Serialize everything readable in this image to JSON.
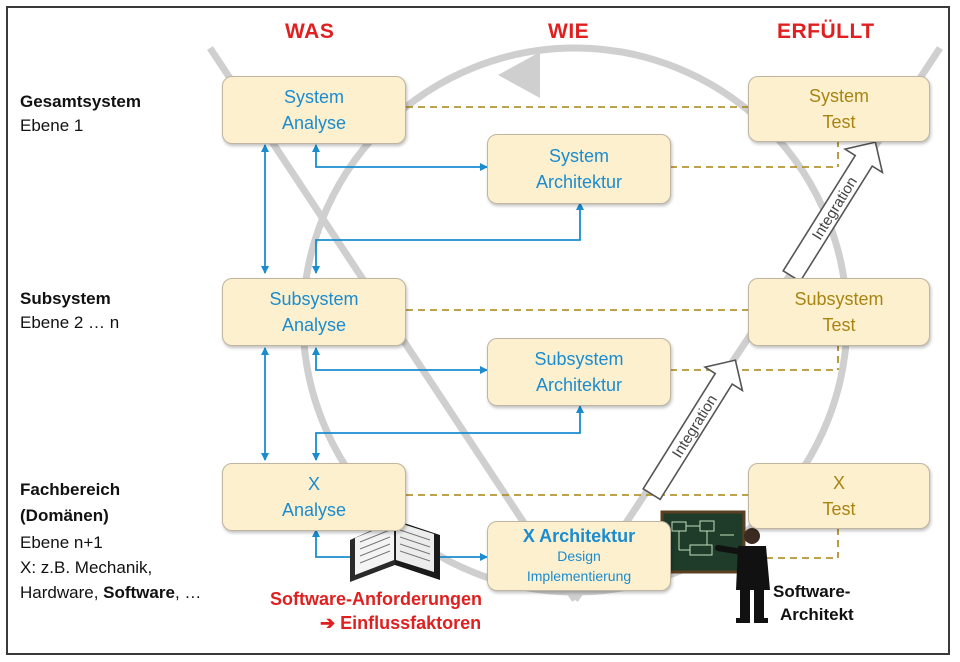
{
  "headers": {
    "was": "WAS",
    "wie": "WIE",
    "erfuellt": "ERFÜLLT"
  },
  "levels": {
    "gesamt": {
      "title": "Gesamtsystem",
      "sub": "Ebene 1"
    },
    "subsystem": {
      "title": "Subsystem",
      "sub": "Ebene 2 … n"
    },
    "fach": {
      "title1": "Fachbereich",
      "title2": "(Domänen)",
      "line1": "Ebene n+1",
      "line2": "X: z.B. Mechanik,",
      "line3a": "Hardware, ",
      "line3b": "Software",
      "line3c": ", …"
    }
  },
  "boxes": {
    "system_analyse": {
      "line1": "System",
      "line2": "Analyse"
    },
    "system_architektur": {
      "line1": "System",
      "line2": "Architektur"
    },
    "system_test": {
      "line1": "System",
      "line2": "Test"
    },
    "subsystem_analyse": {
      "line1": "Subsystem",
      "line2": "Analyse"
    },
    "subsystem_architektur": {
      "line1": "Subsystem",
      "line2": "Architektur"
    },
    "subsystem_test": {
      "line1": "Subsystem",
      "line2": "Test"
    },
    "x_analyse": {
      "line1": "X",
      "line2": "Analyse"
    },
    "x_architektur": {
      "line1": "X Architektur",
      "line2": "Design",
      "line3": "Implementierung"
    },
    "x_test": {
      "line1": "X",
      "line2": "Test"
    }
  },
  "integration_labels": {
    "upper": "Integration",
    "lower": "Integration"
  },
  "annotations": {
    "anforderungen_line1": "Software-Anforderungen",
    "anforderungen_line2": "➔ Einflussfaktoren",
    "architekt_line1": "Software-",
    "architekt_line2": "Architekt"
  },
  "colors": {
    "blue_text": "#1a8ccf",
    "gold_text": "#a88412",
    "red_text": "#e02020",
    "box_fill": "#fdf0cf",
    "arrow_blue": "#1a8ccf",
    "dashed_gold": "#a88412"
  },
  "icons": {
    "book": "open-book-icon",
    "person": "architect-at-chalkboard-icon"
  }
}
